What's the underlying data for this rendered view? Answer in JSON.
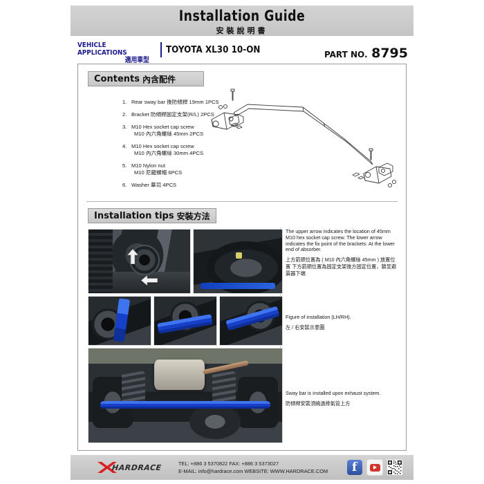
{
  "document": {
    "title_en": "Installation Guide",
    "title_cn": "安裝說明書"
  },
  "header": {
    "vehicle_label_en": "VEHICLE APPLICATIONS",
    "vehicle_label_cn": "適用車型",
    "vehicle_model": "TOYOTA  XL30 10-ON",
    "part_no_label": "PART NO.",
    "part_no_value": "8795"
  },
  "contents": {
    "heading_en": "Contents",
    "heading_cn": "內含配件",
    "items": [
      {
        "index": "1.",
        "line1": "Rear sway bar 後防傾桿 19mm 1PCS",
        "line2": ""
      },
      {
        "index": "2.",
        "line1": "Bracket 防傾桿固定支架(R/L) 2PCS",
        "line2": ""
      },
      {
        "index": "3.",
        "line1": "M10 Hex socket cap screw",
        "line2": "M10 內六角螺絲 45mm 2PCS"
      },
      {
        "index": "4.",
        "line1": "M10 Hex socket cap screw",
        "line2": "M10 內六角螺絲 30mm 4PCS"
      },
      {
        "index": "5.",
        "line1": "M10 Nylon nut",
        "line2": "M10 尼龍螺帽 6PCS"
      },
      {
        "index": "6.",
        "line1": "Washer 華司  4PCS",
        "line2": ""
      }
    ],
    "diagram_name": "rear-sway-bar-exploded-drawing"
  },
  "tips": {
    "heading_en": "Installation tips",
    "heading_cn": "安裝方法",
    "notes": [
      {
        "en": "The upper arrow indicates the location of 45mm M10 hex socket cap screw. The lower arrow indicates the fix point of the brackets: At the lower end of absorber.",
        "cn": "上方箭頭位置為 ( M10 內六角螺絲 45mm ) 放置位置 下方箭頭位置為固定支架後方固定位置，鎖至避震器下端"
      },
      {
        "en": "Figure of installation (LH/RH).",
        "cn": "左 / 右安裝示意圖"
      },
      {
        "en": "Sway bar is installed upon exhaust system.",
        "cn": "防傾桿安裝須繞過排氣管上方"
      }
    ],
    "photos": [
      {
        "name": "photo-hub-with-arrows",
        "caption": ""
      },
      {
        "name": "photo-absorber-lower-end",
        "caption": ""
      },
      {
        "name": "photo-blue-bracket-left",
        "caption": ""
      },
      {
        "name": "photo-blue-bracket-mid",
        "caption": ""
      },
      {
        "name": "photo-blue-bracket-right",
        "caption": ""
      },
      {
        "name": "photo-underbody-installed-swaybar",
        "caption": ""
      }
    ]
  },
  "footer": {
    "brand": "HARDRACE",
    "tel_line": "TEL: +886 3 5370822   FAX: +886 3 5373027",
    "email_line": "E-MAIL: info@hardrace.com   WEBSITE: WWW.HARDRACE.COM",
    "social": [
      "facebook-icon",
      "youtube-icon",
      "qr-code-icon"
    ]
  },
  "colors": {
    "brand_blue": "#1a1a8c",
    "banner_gray": "#cccccc",
    "product_blue": "#1640c8",
    "accent_red": "#d0342c"
  }
}
